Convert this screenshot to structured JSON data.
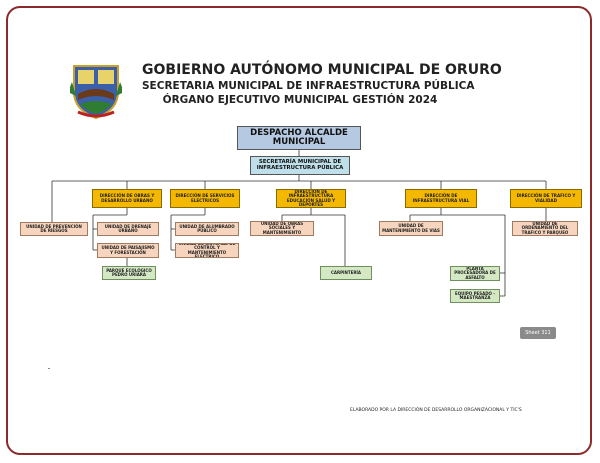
{
  "header": {
    "line1": "GOBIERNO AUTÓNOMO MUNICIPAL DE ORURO",
    "line2": "SECRETARIA MUNICIPAL DE INFRAESTRUCTURA PÚBLICA",
    "line3": "ÓRGANO EJECUTIVO MUNICIPAL GESTIÓN 2024"
  },
  "org": {
    "top": "DESPACHO ALCALDE MUNICIPAL",
    "secretaria": "SECRETARÍA MUNICIPAL DE  INFRAESTRUCTURA PÚBLICA",
    "unidad_riesgos": "UNIDAD DE PREVENCIÓN DE RIESGOS",
    "directions": [
      {
        "label": "DIRECCIÓN DE OBRAS Y DESARROLLO URBANO",
        "units": [
          "UNIDAD DE DRENAJE URBANO",
          "UNIDAD DE PAISAJISMO Y FORESTACIÓN"
        ],
        "green": "PARQUE ECOLÓGICO PEDRO URIARA"
      },
      {
        "label": "DIRECCIÓN DE SERVICIOS ELECTRICOS",
        "units": [
          "UNIDAD DE ALUMBRADO PÚBLICO",
          "UNIDAD DE SISTEMAS DE CONTROL Y MANTENIMIENTO ELECTRICO"
        ]
      },
      {
        "label": "DIRECCIÓN DE INFRAESTRUCTURA EDUCACIÓN SALUD Y DEPORTES",
        "units": [
          "UNIDAD DE OBRAS SOCIALES Y MANTENIMIENTO"
        ],
        "green": "CARPINTERÍA"
      },
      {
        "label": "DIRECCIÓN DE INFRAESTRUCTURA VIAL",
        "units": [
          "UNIDAD DE MANTENIMIENTO DE VIAS"
        ],
        "green_items": [
          "PLANTA PROCESADORA DE ASFALTO",
          "EQUIPO PESADO - MAESTRANZA"
        ]
      },
      {
        "label": "DIRECCIÓN DE TRAFICO Y VIALIDAD",
        "units": [
          "UNIDAD DE ORDENAMIENTO DEL TRAFICO Y PARQUEO"
        ]
      }
    ]
  },
  "badge": "Sheet 311",
  "footer": "ELABORADO POR LA DIRECCIÓN DE DESARROLLO ORGANIZACIONAL Y TIC'S",
  "colors": {
    "frame": "#8b2a2a",
    "direction": "#f5b800",
    "unit": "#f6d4bd",
    "green": "#d4e8c4",
    "top": "#b6c9e2",
    "secretaria": "#bfe0ea"
  },
  "icons": {
    "logo": "municipal-coat-of-arms"
  }
}
